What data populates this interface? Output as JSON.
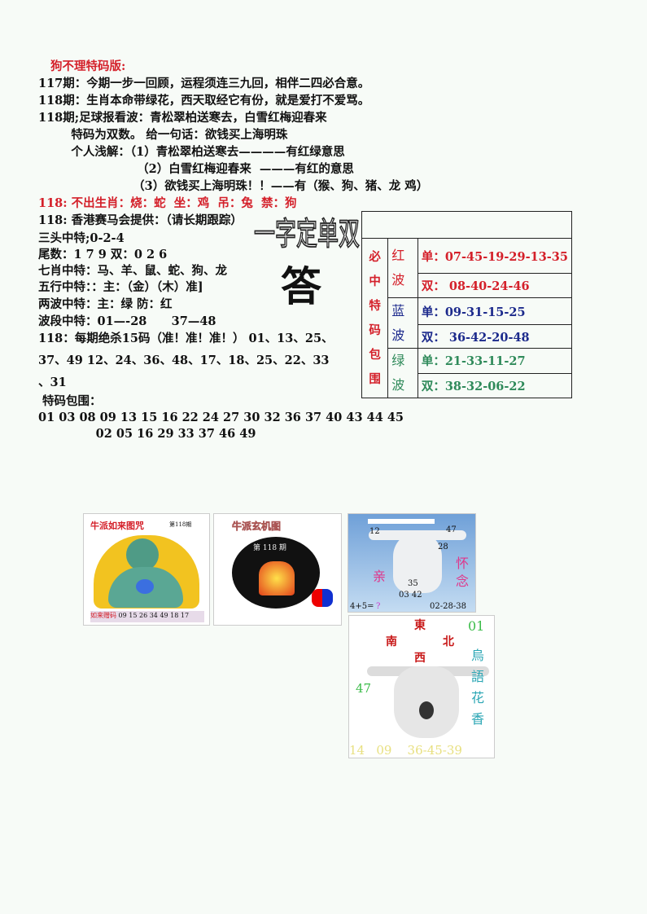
{
  "title": "狗不理特码版:",
  "lines": [
    "117期：今期一步一回顾，运程须连三九回，相伴二四必合意。",
    "118期：生肖本命带绿花，西天取经它有份，就是爱打不爱骂。",
    "118期;足球报看波：青松翠柏送寒去，白雪红梅迎春来",
    "        特码为双数。 给一句话：欲钱买上海明珠",
    "        个人浅解：（1）青松翠柏送寒去————有红绿意思",
    "                        （2）白雪红梅迎春来  ———有红的意思",
    "                       （3）欲钱买上海明珠！！——有（猴、狗、猪、龙 鸡）"
  ],
  "red_line": "118: 不出生肖：烧：蛇  坐：鸡  吊：兔  禁：狗",
  "lines2": [
    "118: 香港赛马会提供：（请长期跟踪）",
    "三头中特;0-2-4",
    "尾数：1 7 9 双：0 2 6",
    "七肖中特：马、羊、鼠、蛇、狗、龙",
    "五行中特：：主：（金）（木）准]",
    "两波中特：主：绿 防：红",
    "波段中特：01—-28      37—48",
    "118：每期绝杀15码（准！准！准！） 01、13、25、",
    "37、49 12、24、36、48、17、18、25、22、33",
    "、31",
    " 特码包围：",
    "01 03 08 09 13 15 16 22 24 27 30 32 36 37 40 43 44 45",
    "              02 05 16 29 33 37 46 49"
  ],
  "riddle": {
    "question": "一字定单双",
    "answer": "答"
  },
  "table": {
    "side_label": [
      "必",
      "中",
      "特",
      "码",
      "包",
      "围"
    ],
    "waves": [
      {
        "name": [
          "红",
          "波"
        ],
        "color": "#d4202a",
        "odd": "单：07-45-19-29-13-35",
        "even": "双：  08-40-24-46"
      },
      {
        "name": [
          "蓝",
          "波"
        ],
        "color": "#1c2a8c",
        "odd": "单：09-31-15-25",
        "even": "双：  36-42-20-48"
      },
      {
        "name": [
          "绿",
          "波"
        ],
        "color": "#2f8a5a",
        "odd": "单：21-33-11-27",
        "even": "双：38-32-06-22"
      }
    ]
  },
  "images": {
    "buddha": {
      "title": "牛派如来图咒",
      "issue": "第118期",
      "bottom_label": "如来赠码",
      "bottom_numbers": "09 15 26 34 49 18 17"
    },
    "fire": {
      "title": "牛派玄机图",
      "issue": "第 118 期"
    },
    "skull1": {
      "nums": [
        "12",
        "47",
        "28",
        "35",
        "03 42",
        "02-28-38"
      ],
      "chars": [
        "亲",
        "怀",
        "念"
      ],
      "formula": "4+5=",
      "formula_answer": "?"
    },
    "skull2": {
      "dirs": [
        "東",
        "南",
        "北",
        "西"
      ],
      "top_right": "01",
      "left": "47",
      "side_text": [
        "烏",
        "語",
        "花",
        "香"
      ],
      "bottom": "14   09    36-45-39"
    }
  }
}
